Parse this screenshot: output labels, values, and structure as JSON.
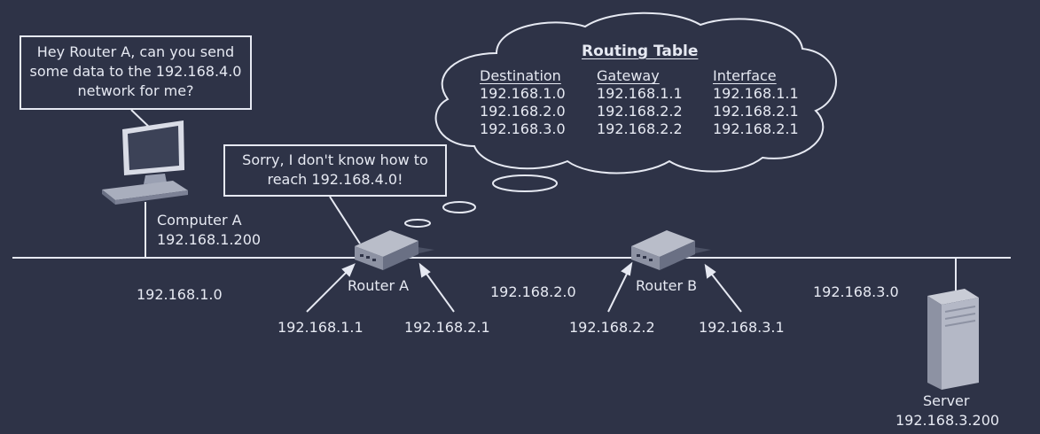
{
  "computer_a": {
    "speech": [
      "Hey Router A, can you send",
      "some data to the 192.168.4.0",
      "network for me?"
    ],
    "name": "Computer A",
    "ip": "192.168.1.200"
  },
  "router_a": {
    "speech": [
      "Sorry, I don't know how to",
      "reach 192.168.4.0!"
    ],
    "name": "Router A",
    "left_ip": "192.168.1.1",
    "right_ip": "192.168.2.1"
  },
  "router_b": {
    "name": "Router B",
    "left_ip": "192.168.2.2",
    "right_ip": "192.168.3.1"
  },
  "networks": [
    "192.168.1.0",
    "192.168.2.0",
    "192.168.3.0"
  ],
  "server": {
    "name": "Server",
    "ip": "192.168.3.200"
  },
  "routing_table": {
    "title": "Routing Table",
    "headers": [
      "Destination",
      "Gateway",
      "Interface"
    ],
    "rows": [
      [
        "192.168.1.0",
        "192.168.1.1",
        "192.168.1.1"
      ],
      [
        "192.168.2.0",
        "192.168.2.2",
        "192.168.2.1"
      ],
      [
        "192.168.3.0",
        "192.168.2.2",
        "192.168.2.1"
      ]
    ]
  },
  "colors": {
    "background": "#2e3347",
    "line": "#e6e9f2",
    "device": "#5a6075"
  }
}
